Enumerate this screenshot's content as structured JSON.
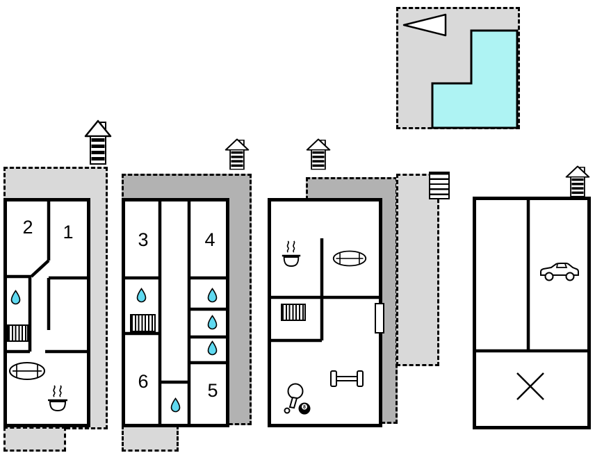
{
  "colors": {
    "paper": "#ffffff",
    "light_gray": "#d9d9d9",
    "dark_gray": "#b2b2b2",
    "pool_fill": "#aef3f3",
    "drop_fill": "#5fd9f0",
    "wall": "#000000"
  },
  "rooms": {
    "r1": "1",
    "r2": "2",
    "r3": "3",
    "r4": "4",
    "r5": "5",
    "r6": "6"
  },
  "game": {
    "ball_number": "8"
  },
  "icons": {
    "compass": "direction-arrow-icon",
    "pool": "swimming-pool-icon",
    "chimney": "chimney-icon",
    "water_drop": "water-drop-icon",
    "stairs": "stairs-icon",
    "sofa": "sofa-icon",
    "cooking_pot": "cooking-pot-icon",
    "door": "door-icon",
    "dumbbell": "dumbbell-icon",
    "table_tennis": "table-tennis-icon",
    "billiard_ball": "billiard-ball-icon",
    "car": "car-icon",
    "cross": "cross-mark-icon"
  }
}
